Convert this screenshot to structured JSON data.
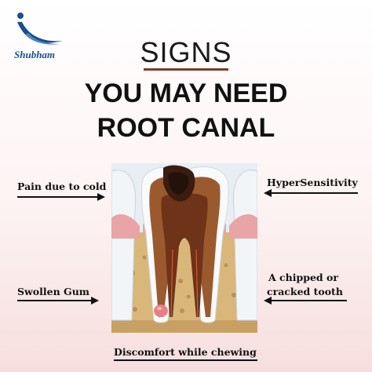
{
  "brand": {
    "name": "Shubham"
  },
  "header": {
    "signs": "SIGNS",
    "line1": "YOU MAY NEED",
    "line2": "ROOT CANAL"
  },
  "labels": {
    "pain_cold": "Pain due to cold",
    "hypersensitivity": "HyperSensitivity",
    "swollen_gum": "Swollen Gum",
    "chipped_1": "A chipped or",
    "chipped_2": "cracked tooth",
    "discomfort": "Discomfort while chewing"
  },
  "colors": {
    "brand_blue": "#1a4f8c",
    "underline_brown": "#7a3d2c",
    "gum_pink": "#e8a4a6",
    "bone": "#d9b77a",
    "root_brown": "#8a4a25"
  }
}
